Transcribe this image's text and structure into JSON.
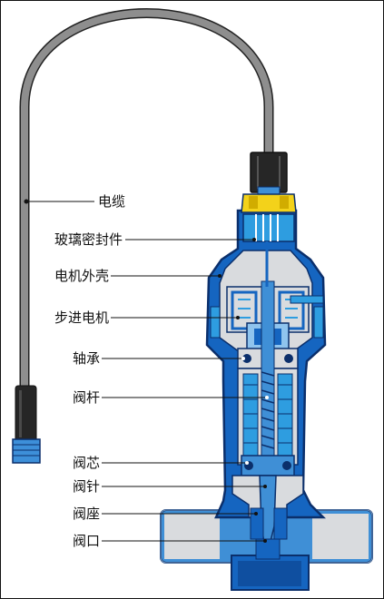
{
  "diagram": {
    "labels": [
      {
        "id": "cable",
        "text": "电缆"
      },
      {
        "id": "glass-seal",
        "text": "玻璃密封件"
      },
      {
        "id": "motor-housing",
        "text": "电机外壳"
      },
      {
        "id": "stepper-motor",
        "text": "步进电机"
      },
      {
        "id": "bearing",
        "text": "轴承"
      },
      {
        "id": "valve-stem",
        "text": "阀杆"
      },
      {
        "id": "valve-core",
        "text": "阀芯"
      },
      {
        "id": "valve-needle",
        "text": "阀针"
      },
      {
        "id": "valve-seat",
        "text": "阀座"
      },
      {
        "id": "valve-port",
        "text": "阀口"
      }
    ],
    "colors": {
      "body_blue": "#1565c0",
      "dark_blue": "#0b2f6b",
      "light_blue": "#2e9de0",
      "pipe_blue": "#3f8fd6",
      "housing_gray": "#d9dbde",
      "cable_gray": "#8a8a8a",
      "nut_yellow": "#f3d21a",
      "connector_dark": "#262626"
    }
  }
}
